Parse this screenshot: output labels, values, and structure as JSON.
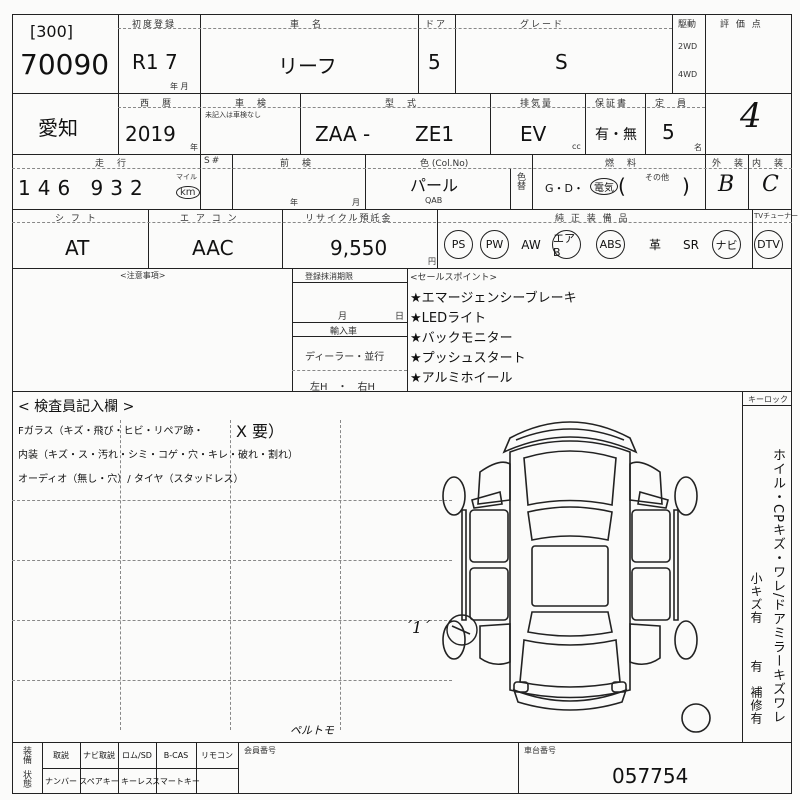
{
  "header": {
    "lot_prefix": "[300]",
    "lot_number": "70090",
    "first_reg_label": "初度登録",
    "first_reg_value": "R1  7",
    "first_reg_unit": "年 月",
    "car_name_label": "車　名",
    "car_name": "リーフ",
    "door_label": "ドア",
    "doors": "5",
    "grade_label": "グレード",
    "grade": "S",
    "drive_label": "駆動",
    "drive_2wd": "2WD",
    "drive_4wd": "4WD",
    "score_label": "評 価 点",
    "score": "4"
  },
  "row2": {
    "region": "愛知",
    "year_label": "西　暦",
    "year": "2019",
    "year_unit": "年",
    "inspection_label": "車　検",
    "inspection_sub": "未記入は車検なし",
    "model_label": "型　式",
    "model_prefix": "ZAA -",
    "model_code": "ZE1",
    "displacement_label": "排気量",
    "displacement": "EV",
    "displacement_unit": "cc",
    "warranty_label": "保証書",
    "warranty": "有・無",
    "capacity_label": "定　員",
    "capacity": "5",
    "capacity_unit": "名"
  },
  "row3": {
    "mileage_label": "走　行",
    "mileage_sw_label": "S#",
    "mileage": "146 932",
    "mileage_unit_top": "マイル",
    "mileage_unit": "km",
    "prev_inspection_label": "前　検",
    "prev_year_unit": "年",
    "prev_month_unit": "月",
    "color_label": "色 (Col.No)",
    "color": "パール",
    "color_code": "QAB",
    "color_change_label": "色替",
    "fuel_label": "燃　料",
    "fuel_options": "G・D・",
    "fuel_selected": "電気",
    "fuel_other_label": "その他",
    "exterior_label": "外　装",
    "exterior": "B",
    "interior_label": "内　装",
    "interior": "C"
  },
  "row4": {
    "shift_label": "シ フ ト",
    "shift": "AT",
    "ac_label": "エ ア コ ン",
    "ac": "AAC",
    "recycle_label": "リサイクル預託金",
    "recycle": "9,550",
    "recycle_unit": "円",
    "equipment_label": "純 正 装 備 品",
    "equipment": [
      {
        "label": "PS",
        "circled": true
      },
      {
        "label": "PW",
        "circled": true
      },
      {
        "label": "AW",
        "circled": false
      },
      {
        "label": "エアB",
        "circled": true
      },
      {
        "label": "ABS",
        "circled": true
      },
      {
        "label": "革",
        "circled": false
      },
      {
        "label": "SR",
        "circled": false
      },
      {
        "label": "ナビ",
        "circled": true
      },
      {
        "label": "DTV",
        "circled": true
      }
    ],
    "tv_type_label": "TVチューナー"
  },
  "notes": {
    "caution_label": "<注意事項>",
    "reg_deadline_label": "登録抹消期限",
    "reg_month_unit": "月",
    "reg_day_unit": "日",
    "import_label": "輸入車",
    "import_value": "ディーラー・並行",
    "handle_value": "左H　・　右H",
    "sales_label": "<セールスポイント>",
    "sales_points": [
      "★エマージェンシーブレーキ",
      "★LEDライト",
      "★バックモニター",
      "★プッシュスタート",
      "★アルミホイール"
    ]
  },
  "inspector": {
    "title": "< 検査員記入欄 >",
    "line1": "Fガラス（キズ・飛び・ヒビ・リペア跡・",
    "line1_mark": "X 要）",
    "line2": "内装（キズ・ス・汚れ・シミ・コゲ・穴・キレ・破れ・割れ）",
    "line3": "オーディオ（無し・穴）/ タイヤ（スタッドレス）",
    "key_lock_label": "キーロック",
    "right_text_1": "ホイル・CPキズ・ワレ/ドアミラーキズワレ",
    "right_text_2": "小キズ有",
    "right_text_3": "有　補修有",
    "handwritten_note": "ペルトモ",
    "handwritten_mark": "ˊ1ˊ"
  },
  "footer": {
    "equip_label": "装備",
    "equip_sub": "状態",
    "cells_row1": [
      "取説",
      "ナビ取説",
      "ロム/SD",
      "B-CAS",
      "リモコン"
    ],
    "cells_row2": [
      "ナンバー",
      "スペアキー",
      "キーレス",
      "スマートキー",
      ""
    ],
    "auction_label": "会員番号",
    "chassis_label": "車台番号",
    "chassis_number": "057754"
  }
}
